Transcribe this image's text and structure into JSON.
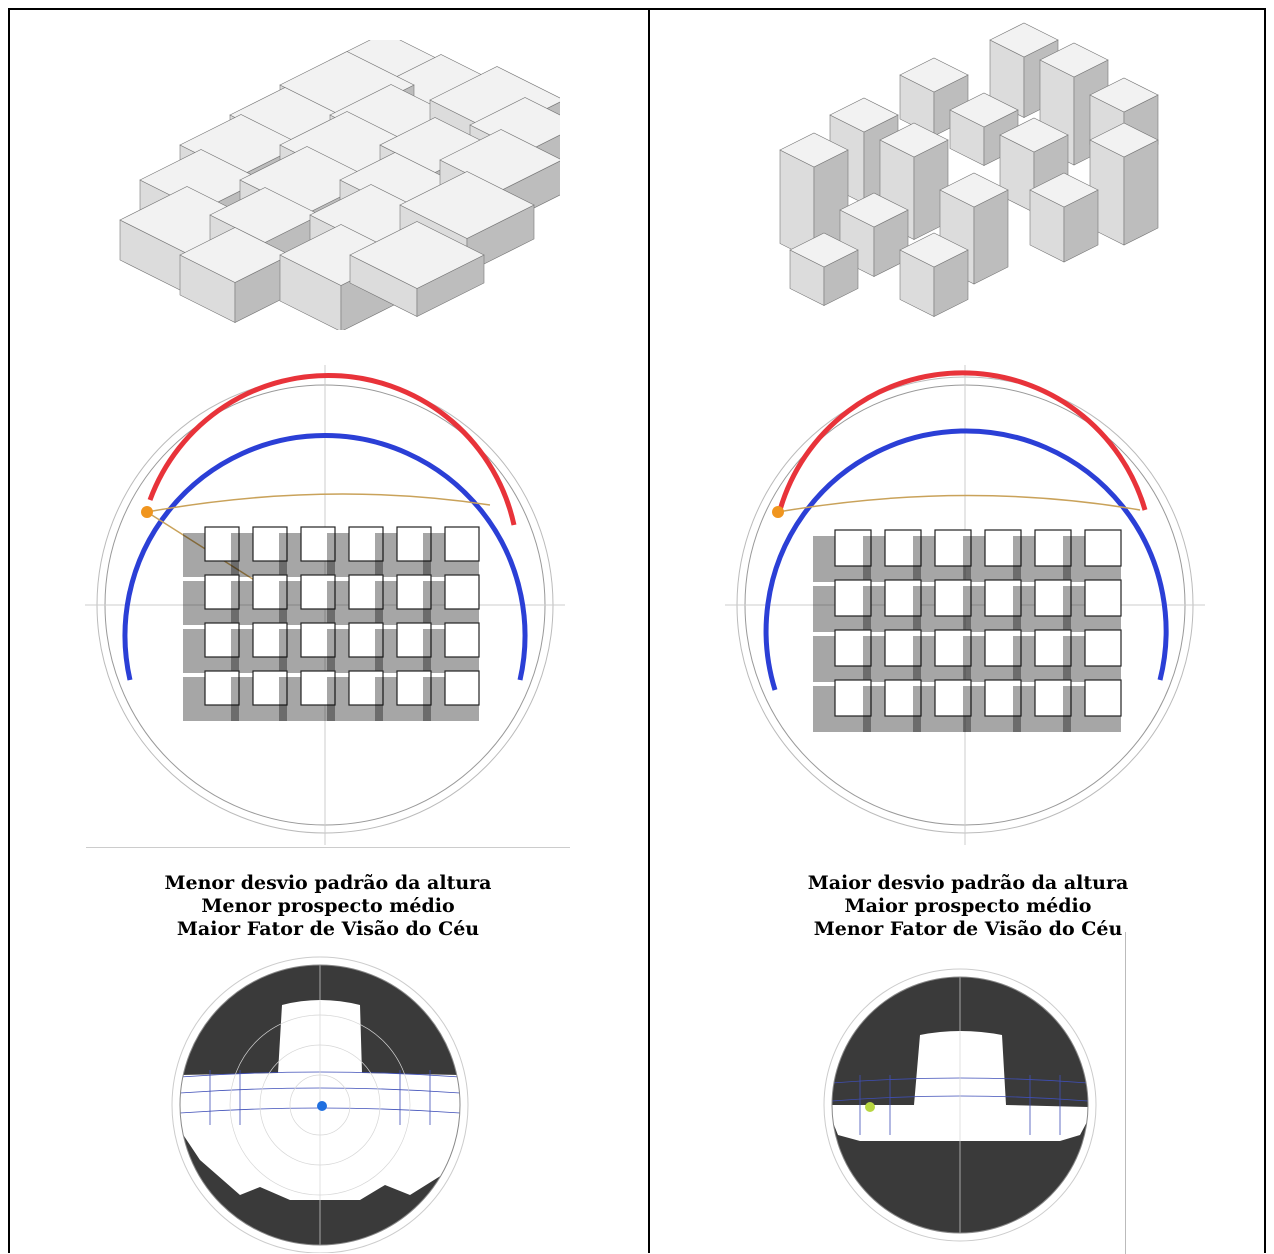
{
  "panels": [
    {
      "id": "left",
      "variant": "uniform",
      "caption": [
        "Menor desvio padrão da altura",
        "Menor prospecto médio",
        "Maior Fator de Visão do Céu"
      ],
      "sun_marker_color": "#1f6fe0"
    },
    {
      "id": "right",
      "variant": "varied",
      "caption": [
        "Maior desvio padrão da altura",
        "Maior prospecto médio",
        "Menor Fator de Visão do Céu"
      ],
      "sun_marker_color": "#b8d640"
    }
  ],
  "colors": {
    "sun_path_red": "#e8333a",
    "sun_path_blue": "#2b3fd6",
    "sun_marker_orange": "#f0951e",
    "sky_dark": "#3a3a3a",
    "building_face": "#ececec"
  }
}
